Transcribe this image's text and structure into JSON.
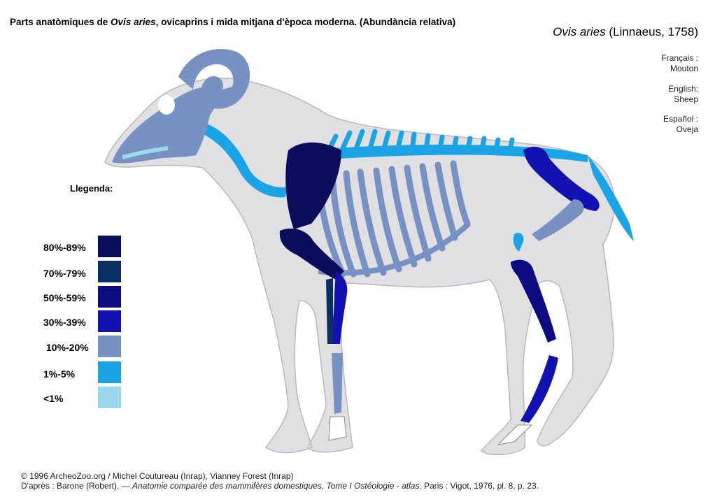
{
  "title": {
    "before": "Parts anatòmiques de ",
    "species_italic": "Ovis aries",
    "after": ", ovicaprins i mida mitjana d'època moderna. (Abundància relativa)"
  },
  "species": {
    "latin": "Ovis aries",
    "authority": "(Linnaeus, 1758)"
  },
  "common_names": [
    {
      "lang": "Français :",
      "name": "Mouton"
    },
    {
      "lang": "English:",
      "name": "Sheep"
    },
    {
      "lang": "Español :",
      "name": "Oveja"
    }
  ],
  "legend": {
    "title": "Llegenda:",
    "items": [
      {
        "label": "80%-89%",
        "color": "#0a0d5c"
      },
      {
        "label": "70%-79%",
        "color": "#0c2f63"
      },
      {
        "label": "50%-59%",
        "color": "#0c0c80"
      },
      {
        "label": "30%-39%",
        "color": "#1212b0"
      },
      {
        "label": "10%-20%",
        "color": "#7691c2"
      },
      {
        "label": "1%-5%",
        "color": "#1aa4e6"
      },
      {
        "label": "<1%",
        "color": "#9bd8ec"
      }
    ]
  },
  "credits": {
    "line1": "© 1996 ArcheoZoo.org / Michel Coutureau (Inrap), Vianney Forest (Inrap)",
    "line2_before": "D'après : Barone (Robert). — ",
    "line2_italic": "Anatomie comparée des mammifères domestiques, Tome I Ostéologie - atlas.",
    "line2_after": " Paris : Vigot, 1976, pl. 8, p. 23."
  },
  "colors": {
    "silhouette": "#e0e0e2",
    "outline": "#b9b9bd"
  }
}
